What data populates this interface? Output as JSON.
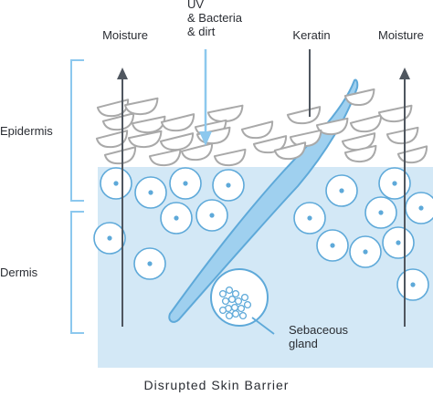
{
  "labels": {
    "moisture_left": "Moisture",
    "uv_line1": "UV",
    "uv_line2": "& Bacteria",
    "uv_line3": "& dirt",
    "keratin": "Keratin",
    "moisture_right": "Moisture",
    "epidermis": "Epidermis",
    "dermis": "Dermis",
    "sebaceous_line1": "Sebaceous",
    "sebaceous_line2": "gland"
  },
  "caption": "Disrupted Skin Barrier",
  "colors": {
    "dermis_fill": "#d3e8f6",
    "cell_stroke": "#5ea9d9",
    "cell_fill": "#ffffff",
    "nucleus": "#5ea9d9",
    "hair_fill": "#9fd0ef",
    "hair_stroke": "#5ea9d9",
    "uv_arrow": "#8cc8ee",
    "dark_arrow": "#4f565f",
    "scale_stroke": "#a9a9a9",
    "bracket": "#8cc8ee"
  },
  "icons": {
    "moisture_arrows": "arrow-up-icon",
    "uv_arrow": "arrow-down-icon",
    "keratin_marker": "line-marker-icon"
  }
}
